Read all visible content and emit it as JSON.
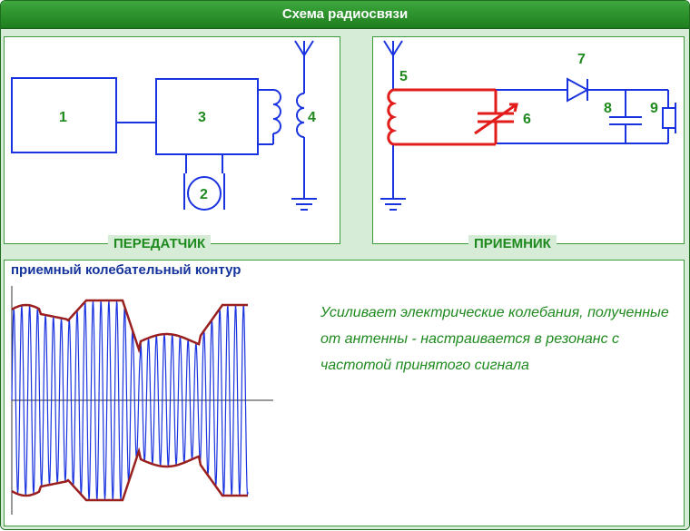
{
  "title": "Схема радиосвязи",
  "transmitter": {
    "label": "ПЕРЕДАТЧИК",
    "blocks": {
      "b1": "1",
      "b2": "2",
      "b3": "3",
      "b4": "4"
    }
  },
  "receiver": {
    "label": "ПРИЕМНИК",
    "parts": {
      "p5": "5",
      "p6": "6",
      "p7": "7",
      "p8": "8",
      "p9": "9"
    }
  },
  "contour": {
    "title": "приемный колебательный контур",
    "description": "Усиливает электрические колебания, полученные от антенны - настраивается в резонанс с частотой принятого сигнала"
  },
  "colors": {
    "title_bar": "#2e962e",
    "panel_bg": "#d6ecd6",
    "schematic_line": "#1a33e0",
    "highlight_contour": "#e21b1b",
    "label_text": "#1e8a1e",
    "envelope": "#9a1f1f"
  }
}
